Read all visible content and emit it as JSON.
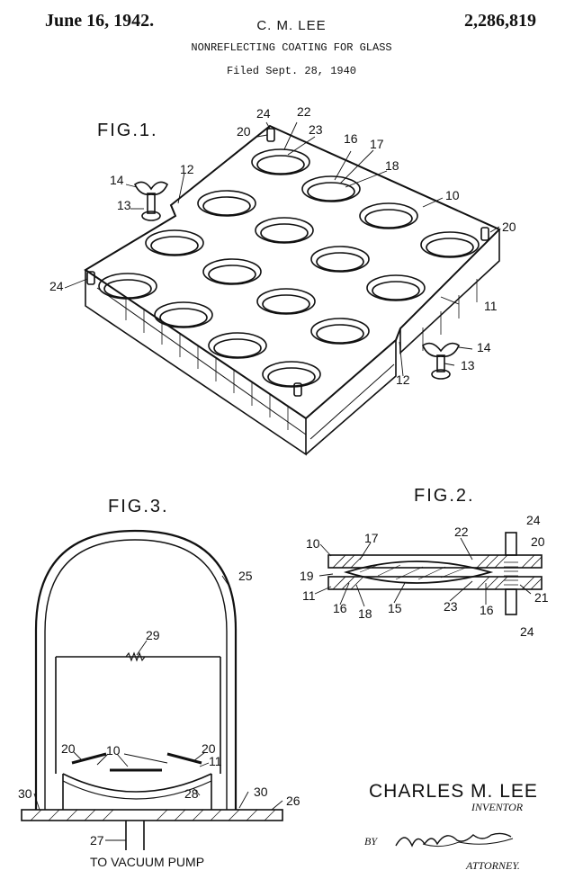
{
  "header": {
    "date": "June 16, 1942.",
    "inventor_short": "C. M. LEE",
    "patent_number": "2,286,819",
    "title": "NONREFLECTING COATING FOR GLASS",
    "filed": "Filed Sept. 28, 1940"
  },
  "figures": {
    "fig1": "FIG.1.",
    "fig2": "FIG.2.",
    "fig3": "FIG.3."
  },
  "fig1_refs": [
    "24",
    "22",
    "20",
    "23",
    "16",
    "17",
    "18",
    "14",
    "13",
    "12",
    "10",
    "20",
    "24",
    "11",
    "14",
    "13",
    "12"
  ],
  "fig2_refs": [
    "10",
    "17",
    "22",
    "24",
    "20",
    "19",
    "11",
    "16",
    "18",
    "15",
    "23",
    "16",
    "21",
    "24"
  ],
  "fig3_refs": [
    "25",
    "29",
    "20",
    "10",
    "20",
    "11",
    "28",
    "30",
    "30",
    "26",
    "27"
  ],
  "bottom": {
    "vacuum_label": "TO VACUUM PUMP",
    "inventor_name": "CHARLES M. LEE",
    "inventor_role": "INVENTOR",
    "by_label": "BY",
    "attorney_label": "ATTORNEY."
  }
}
